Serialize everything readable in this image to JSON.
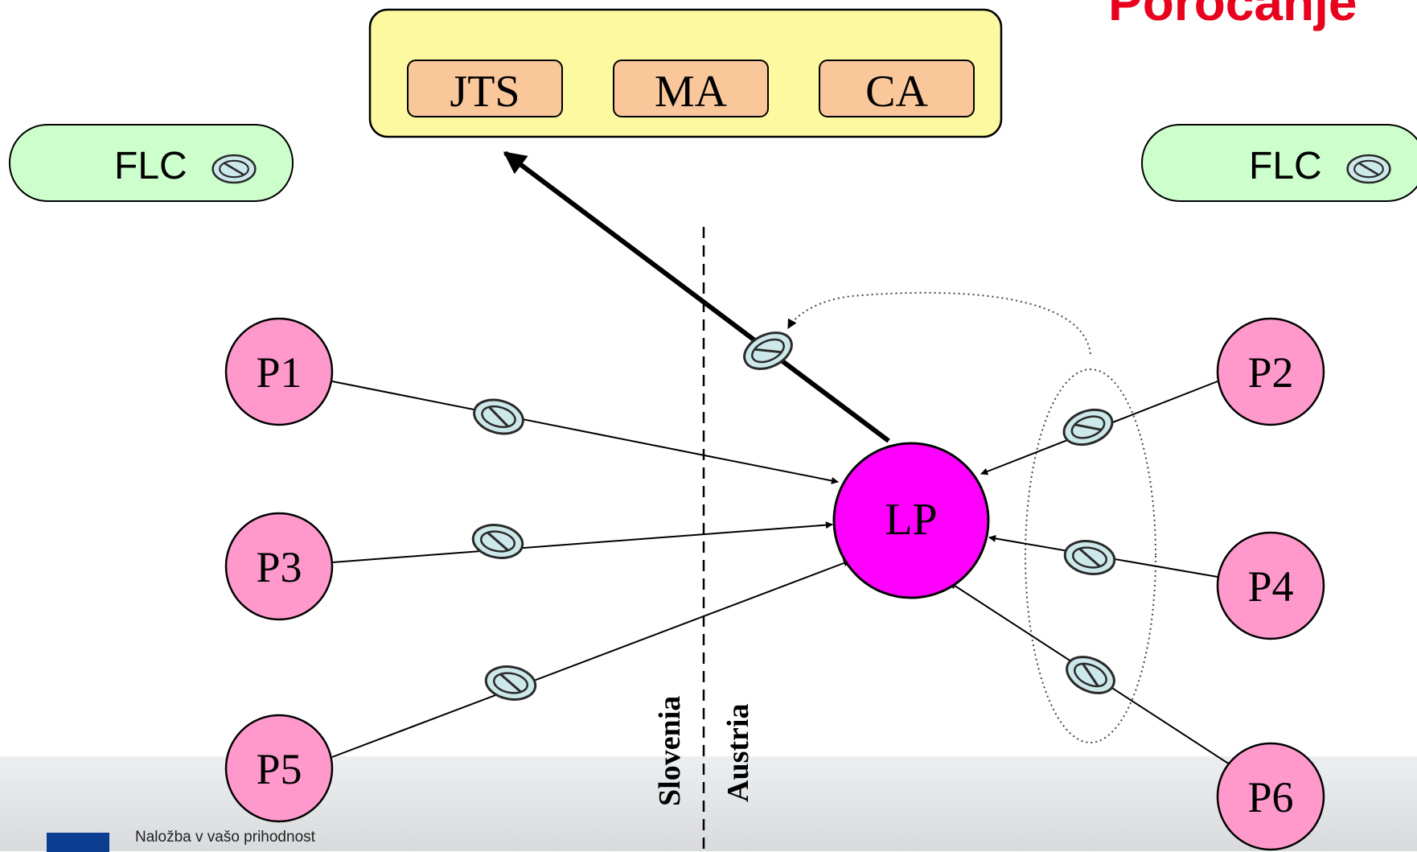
{
  "title": "Poročanje",
  "top_box": {
    "items": [
      "JTS",
      "MA",
      "CA"
    ]
  },
  "flc_left": "FLC",
  "flc_right": "FLC",
  "lead_partner": "LP",
  "partners": [
    "P1",
    "P2",
    "P3",
    "P4",
    "P5",
    "P6"
  ],
  "border_labels": {
    "left": "Slovenia",
    "right": "Austria"
  },
  "footer": {
    "logo_text": "Naložba v vašo prihodnost"
  },
  "colors": {
    "title": "#e8001c",
    "top_box_fill": "#fdf9a0",
    "item_fill": "#f9c79a",
    "flc_fill": "#ccffcc",
    "partner_fill": "#ff99cc",
    "lead_partner_fill": "#ff00ff",
    "stop_icon_fill": "#cde8ea"
  }
}
